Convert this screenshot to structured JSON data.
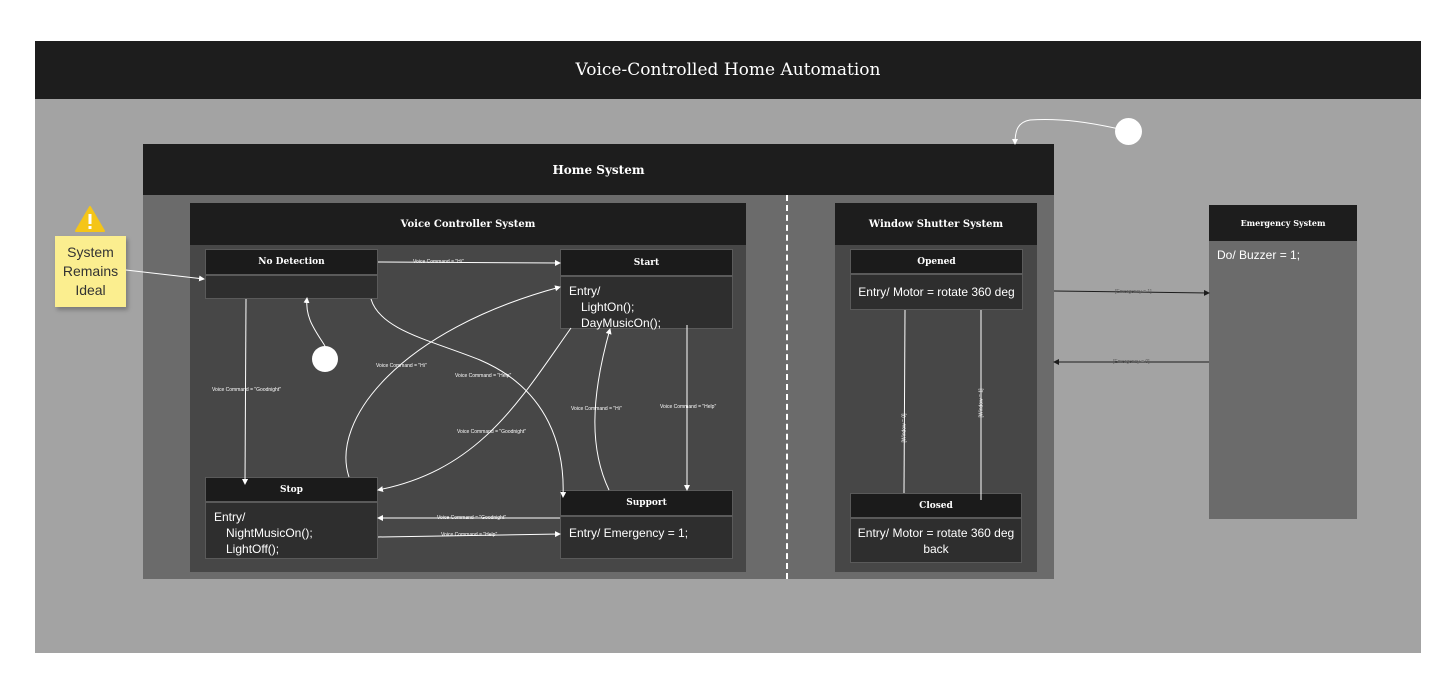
{
  "title": "Voice-Controlled Home Automation",
  "home_system": "Home System",
  "voice_controller": {
    "title": "Voice Controller System",
    "states": {
      "no_detection": {
        "name": "No Detection"
      },
      "start": {
        "name": "Start",
        "entry": "Entry/",
        "actions": [
          "LightOn();",
          "DayMusicOn();"
        ]
      },
      "stop": {
        "name": "Stop",
        "entry": "Entry/",
        "actions": [
          "NightMusicOn();",
          "LightOff();"
        ]
      },
      "support": {
        "name": "Support",
        "body": "Entry/ Emergency = 1;"
      }
    },
    "transitions": {
      "nd_to_start": "Voice Command = \"Hi\"",
      "nd_to_stop": "Voice Command = \"Goodnight\"",
      "stop_to_start": "Voice Command = \"Hi\"",
      "nd_to_support": "Voice Command = \"Help\"",
      "start_to_stop": "Voice Command = \"Goodnight\"",
      "support_to_start": "Voice Command = \"Hi\"",
      "start_to_support": "Voice Command = \"Help\"",
      "support_to_stop": "Voice Command = \"Goodnight\"",
      "stop_to_support": "Voice Command = \"Help\""
    }
  },
  "window_shutter": {
    "title": "Window Shutter System",
    "opened": {
      "name": "Opened",
      "body": "Entry/ Motor = rotate 360 deg"
    },
    "closed": {
      "name": "Closed",
      "body": "Entry/ Motor = rotate 360 deg back"
    },
    "transitions": {
      "open_to_closed": "[Window = 0]",
      "closed_to_open": "[Window = 1]"
    }
  },
  "emergency": {
    "title": "Emergency System",
    "body": "Do/ Buzzer = 1;",
    "transitions": {
      "to_emergency": "[Emergency = 1]",
      "from_emergency": "[Emergency = 0]"
    }
  },
  "sticky_note": "System Remains Ideal",
  "colors": {
    "note": "#fbee8f",
    "warning": "#f5c518",
    "header": "#1d1d1d",
    "panel": "#474747"
  }
}
